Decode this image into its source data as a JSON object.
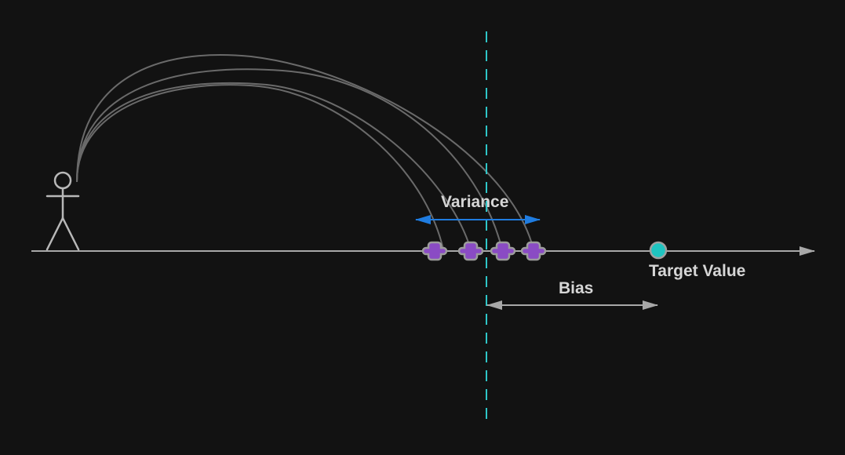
{
  "labels": {
    "variance": "Variance",
    "bias": "Bias",
    "target": "Target Value"
  },
  "colors": {
    "background": "#121212",
    "axis": "#a8a8a8",
    "trajectory": "#6a6a6a",
    "figure": "#b8b8b8",
    "shot_fill": "#8a4bc4",
    "shot_ring": "#9c9c9c",
    "target_fill": "#1fc4c0",
    "target_ring": "#a0a0a0",
    "mean_line": "#2ec6c8",
    "variance_arrow": "#1f7ce0",
    "bias_arrow": "#a8a8a8"
  },
  "icons": [
    "stick-figure-icon",
    "shot-marker-icon",
    "target-marker-icon"
  ]
}
